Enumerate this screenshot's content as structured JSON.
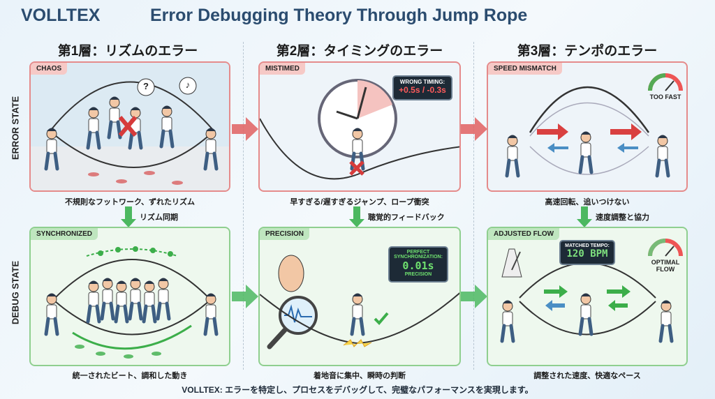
{
  "header": {
    "brand": "VOLLTEX",
    "title": "Error Debugging Theory Through Jump Rope"
  },
  "row_labels": {
    "error": "ERROR STATE",
    "debug": "DEBUG STATE"
  },
  "columns": [
    {
      "heading": "第1層：リズムのエラー",
      "error_tag": "CHAOS",
      "error_caption": "不規則なフットワーク、ずれたリズム",
      "transition": "リズム同期",
      "debug_tag": "SYNCHRONIZED",
      "debug_caption": "統一されたビート、調和した動き"
    },
    {
      "heading": "第2層：タイミングのエラー",
      "error_tag": "MISTIMED",
      "error_caption": "早すぎる/遅すぎるジャンプ、ロープ衝突",
      "transition": "聴覚的フィードバック",
      "debug_tag": "PRECISION",
      "debug_caption": "着地音に集中、瞬時の判断"
    },
    {
      "heading": "第3層：テンポのエラー",
      "error_tag": "SPEED MISMATCH",
      "error_caption": "高速回転、追いつけない",
      "transition": "速度調整と協力",
      "debug_tag": "ADJUSTED FLOW",
      "debug_caption": "調整された速度、快適なペース"
    }
  ],
  "displays": {
    "wrong_timing_label": "WRONG TIMING:",
    "wrong_timing_value": "+0.5s / -0.3s",
    "too_fast": "TOO FAST",
    "perfect_label": "PERFECT SYNCHRONIZATION:",
    "perfect_value": "0.01s",
    "perfect_unit": "PRECISION",
    "matched_label": "MATCHED TEMPO:",
    "matched_value": "120 BPM",
    "optimal": "OPTIMAL FLOW",
    "question": "?",
    "note": "♪"
  },
  "footer": "VOLLTEX: エラーを特定し、プロセスをデバッグして、完璧なパフォーマンスを実現します。",
  "colors": {
    "title": "#2b4c6f",
    "error": "#e05050",
    "debug": "#3cae4a"
  }
}
